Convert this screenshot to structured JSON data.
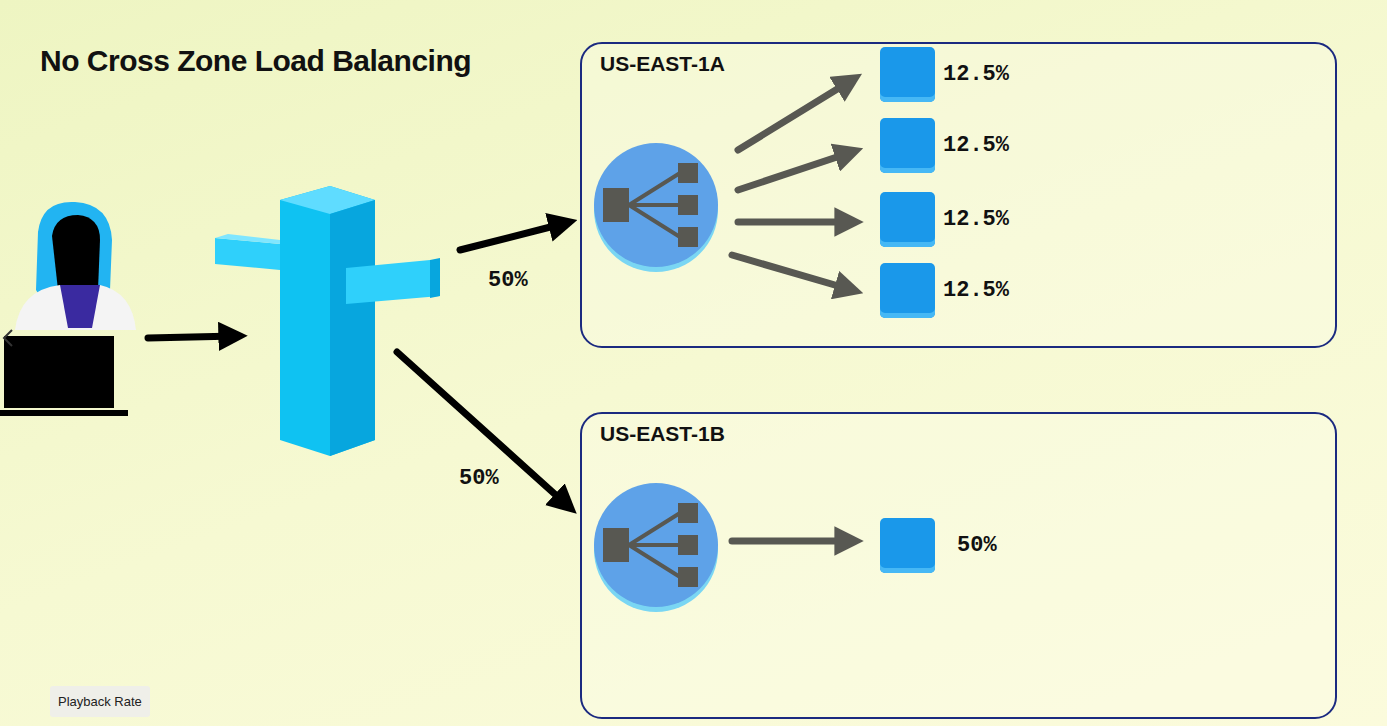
{
  "diagram": {
    "title": "No Cross Zone Load Balancing",
    "nodes": [
      {
        "text": [
          "US-EAST-1A"
        ]
      },
      {
        "text": [
          "12.5%"
        ],
        "in": 0
      },
      {
        "text": [
          "12.5%"
        ],
        "in": 0
      },
      {
        "text": [
          "12.5%"
        ],
        "in": 0
      },
      {
        "text": [
          "12.5%"
        ],
        "in": 0
      },
      {
        "text": [
          "US-EAST-1B"
        ]
      },
      {
        "text": [
          "50%"
        ],
        "in": 5
      }
    ],
    "labels": [
      "50%",
      "50%",
      "Playback Rate"
    ]
  }
}
